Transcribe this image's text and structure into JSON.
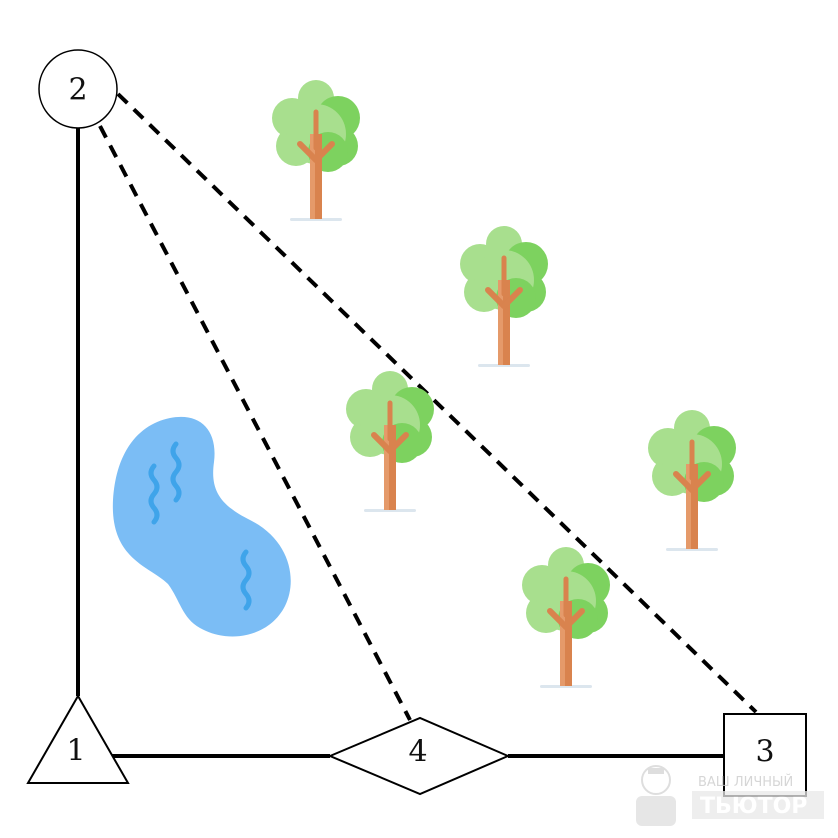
{
  "diagram": {
    "nodes": [
      {
        "id": "1",
        "label": "1",
        "shape": "triangle"
      },
      {
        "id": "2",
        "label": "2",
        "shape": "circle"
      },
      {
        "id": "3",
        "label": "3",
        "shape": "square"
      },
      {
        "id": "4",
        "label": "4",
        "shape": "diamond"
      }
    ],
    "edges": [
      {
        "from": "2",
        "to": "1",
        "style": "solid"
      },
      {
        "from": "1",
        "to": "4",
        "style": "solid"
      },
      {
        "from": "4",
        "to": "3",
        "style": "solid"
      },
      {
        "from": "2",
        "to": "4",
        "style": "dashed"
      },
      {
        "from": "2",
        "to": "3",
        "style": "dashed"
      }
    ],
    "objects": [
      {
        "type": "lake",
        "icon": "lake-icon"
      },
      {
        "type": "tree",
        "icon": "tree-icon",
        "count": 5
      }
    ]
  },
  "watermark": {
    "line1": "ВАШ ЛИЧНЫЙ",
    "line2": "ТЬЮТОР"
  },
  "colors": {
    "line": "#000000",
    "lake": "#7bbdf5",
    "waves": "#3fa4ea",
    "tree_light": "#a8df8e",
    "tree_dark": "#7dd25f",
    "trunk": "#d9834e",
    "ground": "#dce6ee",
    "watermark": "#c9c9c9"
  }
}
